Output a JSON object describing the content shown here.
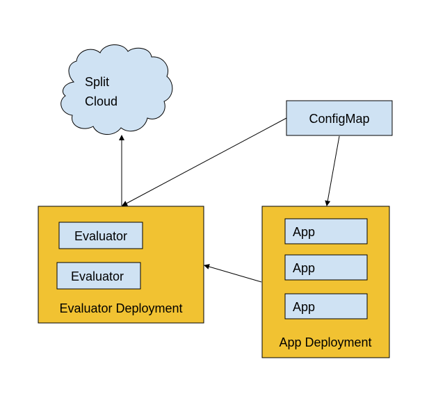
{
  "colors": {
    "cloud_fill": "#cfe2f3",
    "box_fill": "#cfe2f3",
    "deployment_fill": "#f1c232",
    "stroke": "#000000",
    "background": "#ffffff"
  },
  "cloud": {
    "line1": "Split",
    "line2": "Cloud"
  },
  "configmap": {
    "label": "ConfigMap"
  },
  "evaluator_deployment": {
    "label": "Evaluator Deployment",
    "items": [
      "Evaluator",
      "Evaluator"
    ]
  },
  "app_deployment": {
    "label": "App Deployment",
    "items": [
      "App",
      "App",
      "App"
    ]
  }
}
